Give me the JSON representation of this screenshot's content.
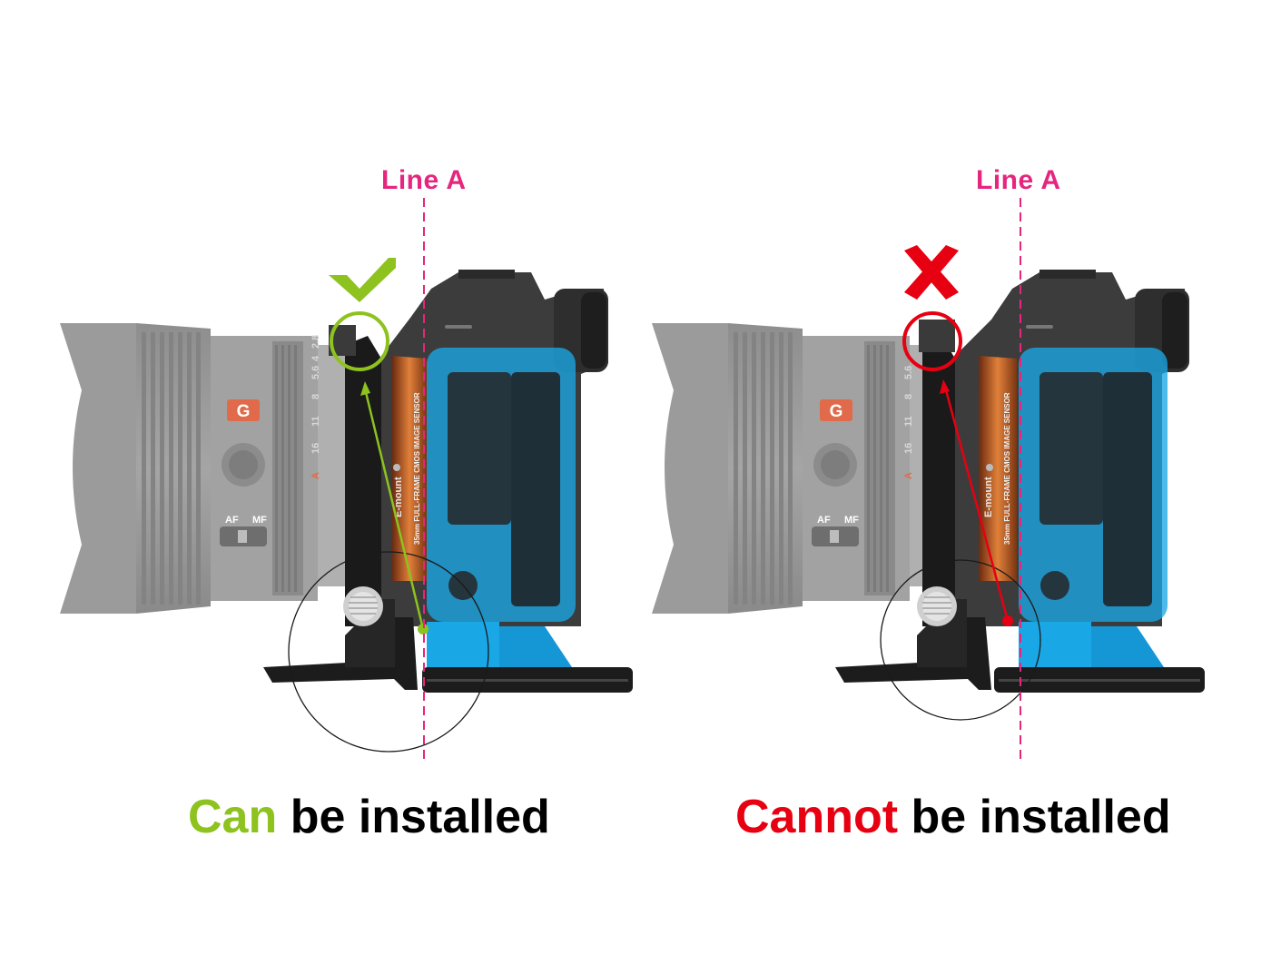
{
  "colors": {
    "line_a": "#e5267e",
    "ok": "#8dc21f",
    "ng": "#e60012",
    "bracket_blue": "#1aa7e6",
    "lens_gray": "#9a9a9a"
  },
  "panels": [
    {
      "verdict": "ok",
      "mark_icon": "check-mark-icon",
      "line_label": "Line A",
      "caption_lead": "Can",
      "caption_rest": " be installed",
      "lens": {
        "badge": "G",
        "af_label": "AF",
        "mf_label": "MF",
        "scale": [
          "A",
          "16",
          "11",
          "8",
          "5.6",
          "4",
          "2.8"
        ]
      },
      "body": {
        "mount_label": "E-mount",
        "sensor_label": "35mm FULL-FRAME CMOS IMAGE SENSOR"
      }
    },
    {
      "verdict": "ng",
      "mark_icon": "cross-mark-icon",
      "line_label": "Line A",
      "caption_lead": "Cannot",
      "caption_rest": " be installed",
      "lens": {
        "badge": "G",
        "af_label": "AF",
        "mf_label": "MF",
        "scale": [
          "A",
          "16",
          "11",
          "8",
          "5.6"
        ]
      },
      "body": {
        "mount_label": "E-mount",
        "sensor_label": "35mm FULL-FRAME CMOS IMAGE SENSOR"
      }
    }
  ]
}
